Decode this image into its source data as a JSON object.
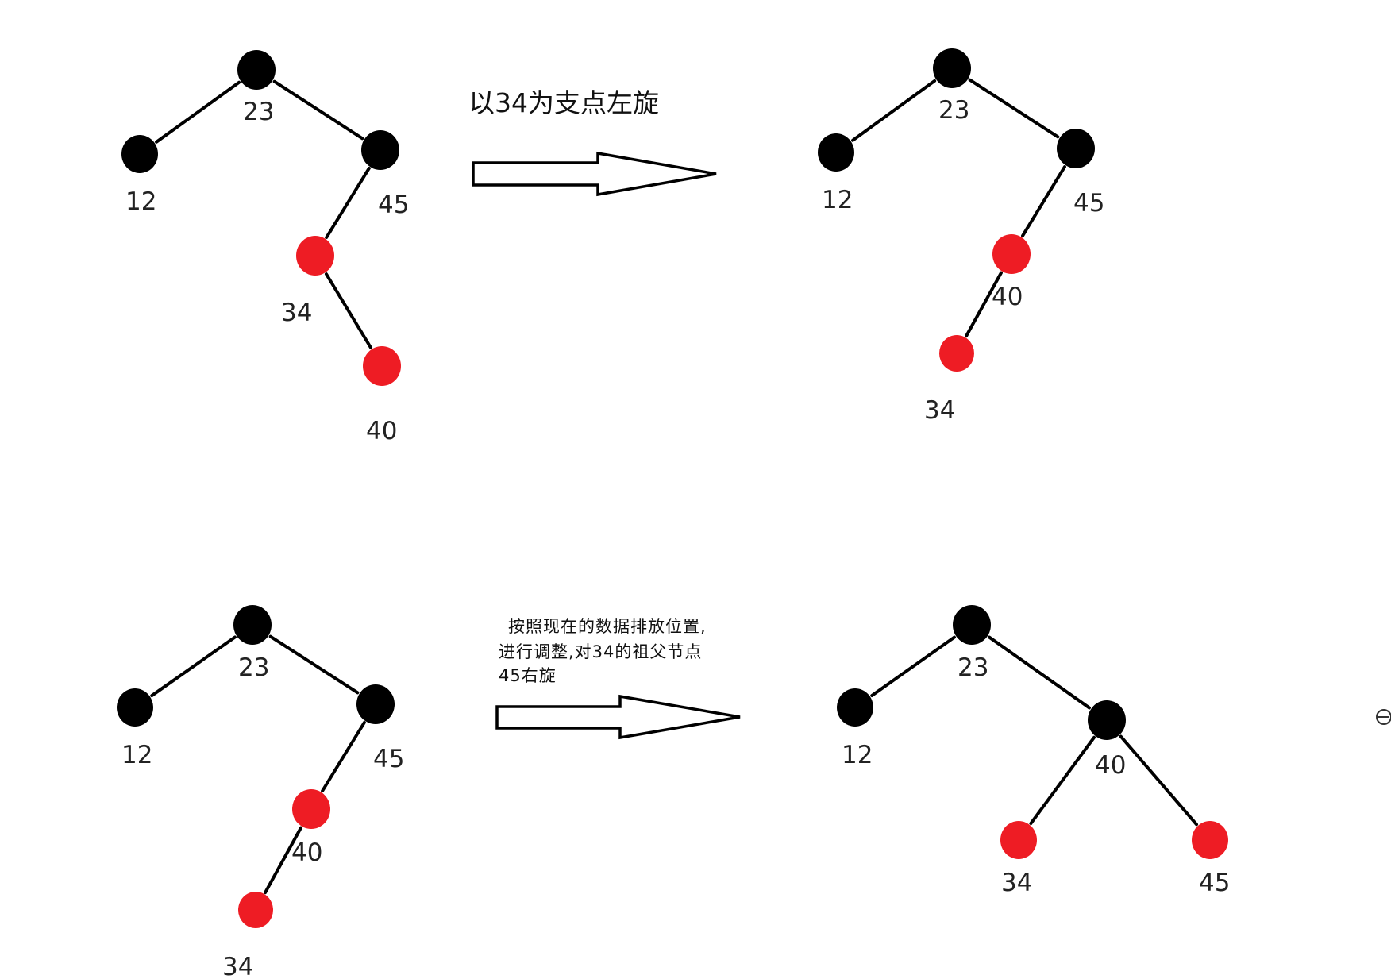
{
  "colors": {
    "black_node": "#000000",
    "red_node": "#ee1c24",
    "edge": "#000000"
  },
  "captions": {
    "step1": "以34为支点左旋",
    "step2_line1": "按照现在的数据排放位置,",
    "step2_line2": "进行调整,对34的祖父节点",
    "step2_line3": "45右旋"
  },
  "trees": [
    {
      "name": "tree-before-left-rotation",
      "nodes": [
        {
          "key": "23",
          "color": "black"
        },
        {
          "key": "12",
          "color": "black"
        },
        {
          "key": "45",
          "color": "black"
        },
        {
          "key": "34",
          "color": "red"
        },
        {
          "key": "40",
          "color": "red"
        }
      ],
      "edges": [
        [
          "23",
          "12"
        ],
        [
          "23",
          "45"
        ],
        [
          "45",
          "34"
        ],
        [
          "34",
          "40"
        ]
      ]
    },
    {
      "name": "tree-after-left-rotation",
      "nodes": [
        {
          "key": "23",
          "color": "black"
        },
        {
          "key": "12",
          "color": "black"
        },
        {
          "key": "45",
          "color": "black"
        },
        {
          "key": "40",
          "color": "red"
        },
        {
          "key": "34",
          "color": "red"
        }
      ],
      "edges": [
        [
          "23",
          "12"
        ],
        [
          "23",
          "45"
        ],
        [
          "45",
          "40"
        ],
        [
          "40",
          "34"
        ]
      ]
    },
    {
      "name": "tree-before-right-rotation",
      "nodes": [
        {
          "key": "23",
          "color": "black"
        },
        {
          "key": "12",
          "color": "black"
        },
        {
          "key": "45",
          "color": "black"
        },
        {
          "key": "40",
          "color": "red"
        },
        {
          "key": "34",
          "color": "red"
        }
      ],
      "edges": [
        [
          "23",
          "12"
        ],
        [
          "23",
          "45"
        ],
        [
          "45",
          "40"
        ],
        [
          "40",
          "34"
        ]
      ]
    },
    {
      "name": "tree-after-right-rotation",
      "nodes": [
        {
          "key": "23",
          "color": "black"
        },
        {
          "key": "12",
          "color": "black"
        },
        {
          "key": "40",
          "color": "black"
        },
        {
          "key": "34",
          "color": "red"
        },
        {
          "key": "45",
          "color": "red"
        }
      ],
      "edges": [
        [
          "23",
          "12"
        ],
        [
          "23",
          "40"
        ],
        [
          "40",
          "34"
        ],
        [
          "40",
          "45"
        ]
      ]
    }
  ]
}
